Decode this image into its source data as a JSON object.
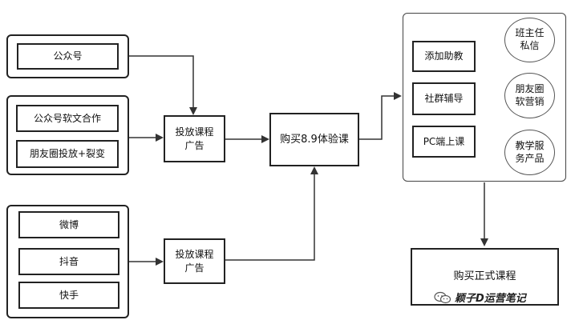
{
  "nodes": {
    "gongzhonghao": "公众号",
    "ruanwen": "公众号软文合作",
    "pengyouquan_toufang": "朋友圈投放+裂变",
    "weibo": "微博",
    "douyin": "抖音",
    "kuaishou": "快手",
    "ad_top": "投放课程\n广告",
    "ad_bottom": "投放课程\n广告",
    "trial": "购买8.9体验课",
    "assistant": "添加助教",
    "community": "社群辅导",
    "pc_class": "PC端上课",
    "teacher_private": "班主任\n私信",
    "moments_marketing": "朋友圈\n软营销",
    "teaching_products": "教学服\n务产品",
    "formal_course": "购买正式课程"
  },
  "watermark": {
    "text": "颖子D运营笔记",
    "icon": "wechat-icon"
  }
}
